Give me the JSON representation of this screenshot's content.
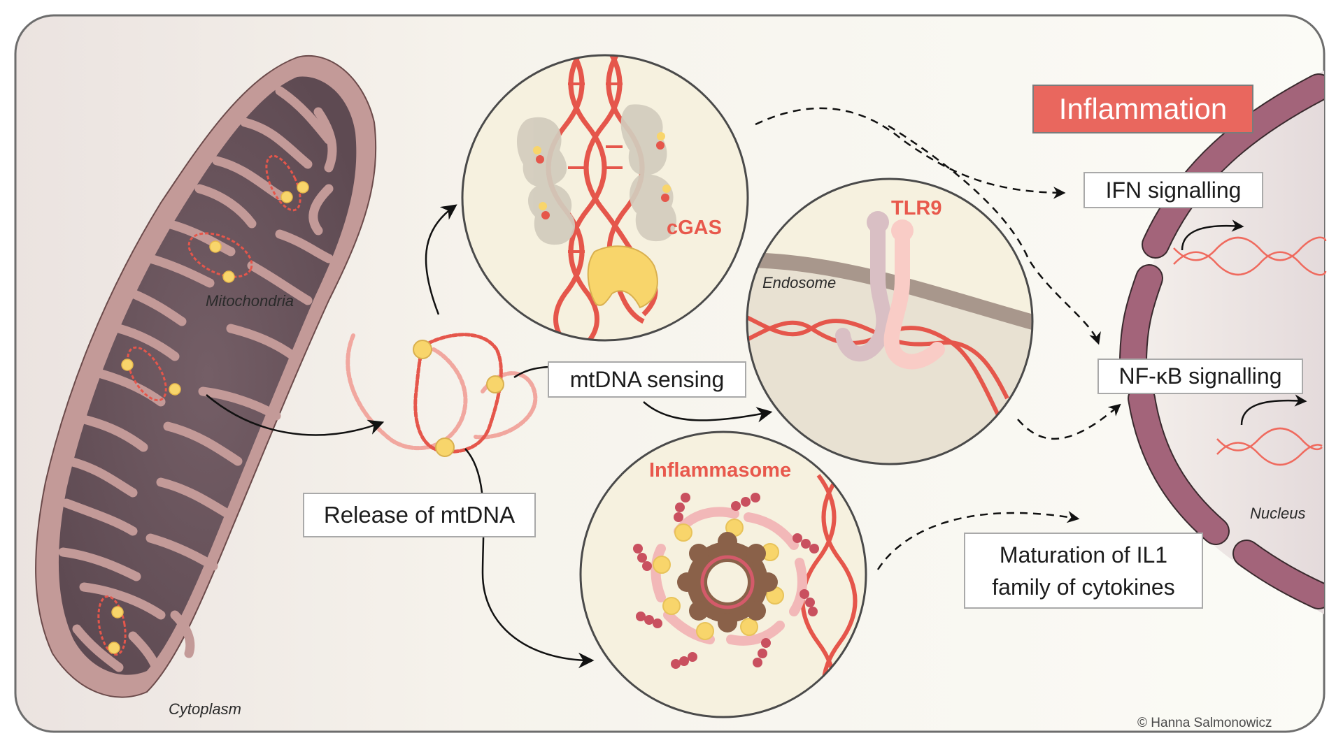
{
  "figure": {
    "title": "Inflammation",
    "credit": "© Hanna Salmonowicz"
  },
  "compartments": {
    "cytoplasm": "Cytoplasm",
    "mitochondria": "Mitochondria",
    "endosome": "Endosome",
    "nucleus": "Nucleus"
  },
  "steps": {
    "release": "Release of mtDNA",
    "sensing": "mtDNA sensing"
  },
  "sensors": [
    {
      "id": "cgas",
      "label": "cGAS"
    },
    {
      "id": "tlr9",
      "label": "TLR9"
    },
    {
      "id": "inflammasome",
      "label": "Inflammasome"
    }
  ],
  "outcomes": {
    "ifn": "IFN signalling",
    "nfkb": "NF-κB signalling",
    "il1_line1": "Maturation of IL1",
    "il1_line2": "family of cytokines"
  },
  "colors": {
    "dna_red": "#e5564b",
    "title_red": "#e9675e",
    "mito_outer": "#c39a98",
    "mito_inner": "#6a545c",
    "nuclear_envelope": "#a3647a",
    "sensor_fill": "#f6f1df",
    "protein_yellow": "#f8d56b",
    "protein_grey": "#d2ccbd",
    "inflammasome_core": "#8a6149",
    "bead_red": "#c9505f",
    "arm_pink": "#f2b8b8"
  }
}
